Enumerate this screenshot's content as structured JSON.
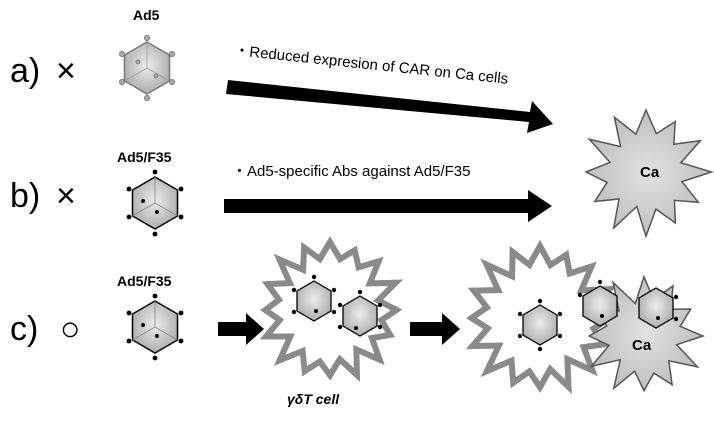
{
  "rows": {
    "a": {
      "label": "a)",
      "mark": "×",
      "virus": "Ad5",
      "note": "・Reduced expresion of CAR on Ca cells"
    },
    "b": {
      "label": "b)",
      "mark": "×",
      "virus": "Ad5/F35",
      "note": "・Ad5-specific Abs against Ad5/F35"
    },
    "c": {
      "label": "c)",
      "mark": "○",
      "virus": "Ad5/F35",
      "carrier": "γδT cell"
    }
  },
  "targets": {
    "tumor_label": "Ca"
  },
  "icons": {
    "mark_a": "cross-mark-icon",
    "mark_b": "cross-mark-icon",
    "mark_c": "circle-mark-icon",
    "virus": "hexagon-virus-icon",
    "cell": "starburst-cell-icon",
    "tumor": "starburst-tumor-icon"
  },
  "colors": {
    "virus_fill": "#c8c8c8",
    "tumor_fill": "#c9c9c9",
    "cell_stroke": "#8a8a8a",
    "arrow": "#000000"
  }
}
